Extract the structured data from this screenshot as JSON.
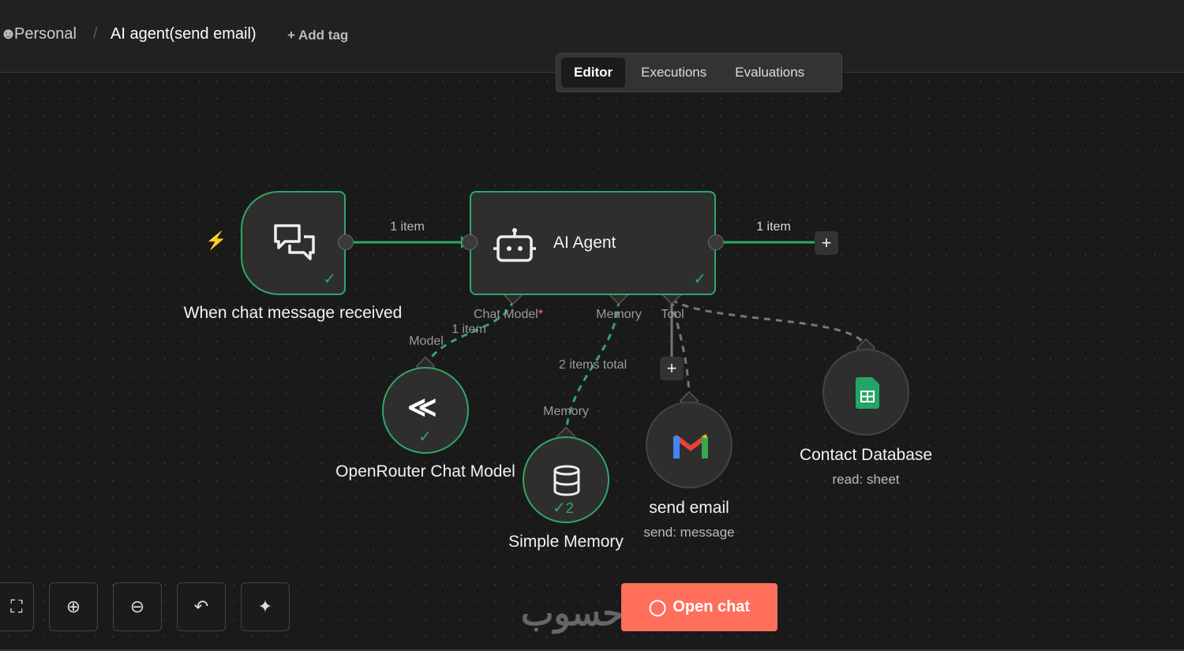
{
  "header": {
    "project": "Personal",
    "workflow_name": "AI agent(send email)",
    "add_tag": "+ Add tag"
  },
  "tabs": [
    {
      "label": "Editor"
    },
    {
      "label": "Executions"
    },
    {
      "label": "Evaluations"
    }
  ],
  "nodes": {
    "trigger": {
      "title": "When chat message received"
    },
    "agent": {
      "title": "AI Agent",
      "ports": {
        "chat_model": "Chat Model",
        "required": "*",
        "memory": "Memory",
        "tool": "Tool"
      }
    },
    "openrouter": {
      "title": "OpenRouter Chat Model",
      "port": "Model"
    },
    "memory": {
      "title": "Simple Memory",
      "port": "Memory",
      "count": "2"
    },
    "gmail": {
      "title": "send email",
      "subtitle": "send: message"
    },
    "sheets": {
      "title": "Contact Database",
      "subtitle": "read: sheet"
    }
  },
  "edges": {
    "trigger_to_agent": "1 item",
    "agent_out": "1 item",
    "model": "1 item",
    "memory": "2 items total"
  },
  "toolbar": {
    "open_chat": "Open chat"
  },
  "watermark": "حسوب",
  "colors": {
    "success": "#2fa866",
    "accent": "#ff6f5c"
  }
}
